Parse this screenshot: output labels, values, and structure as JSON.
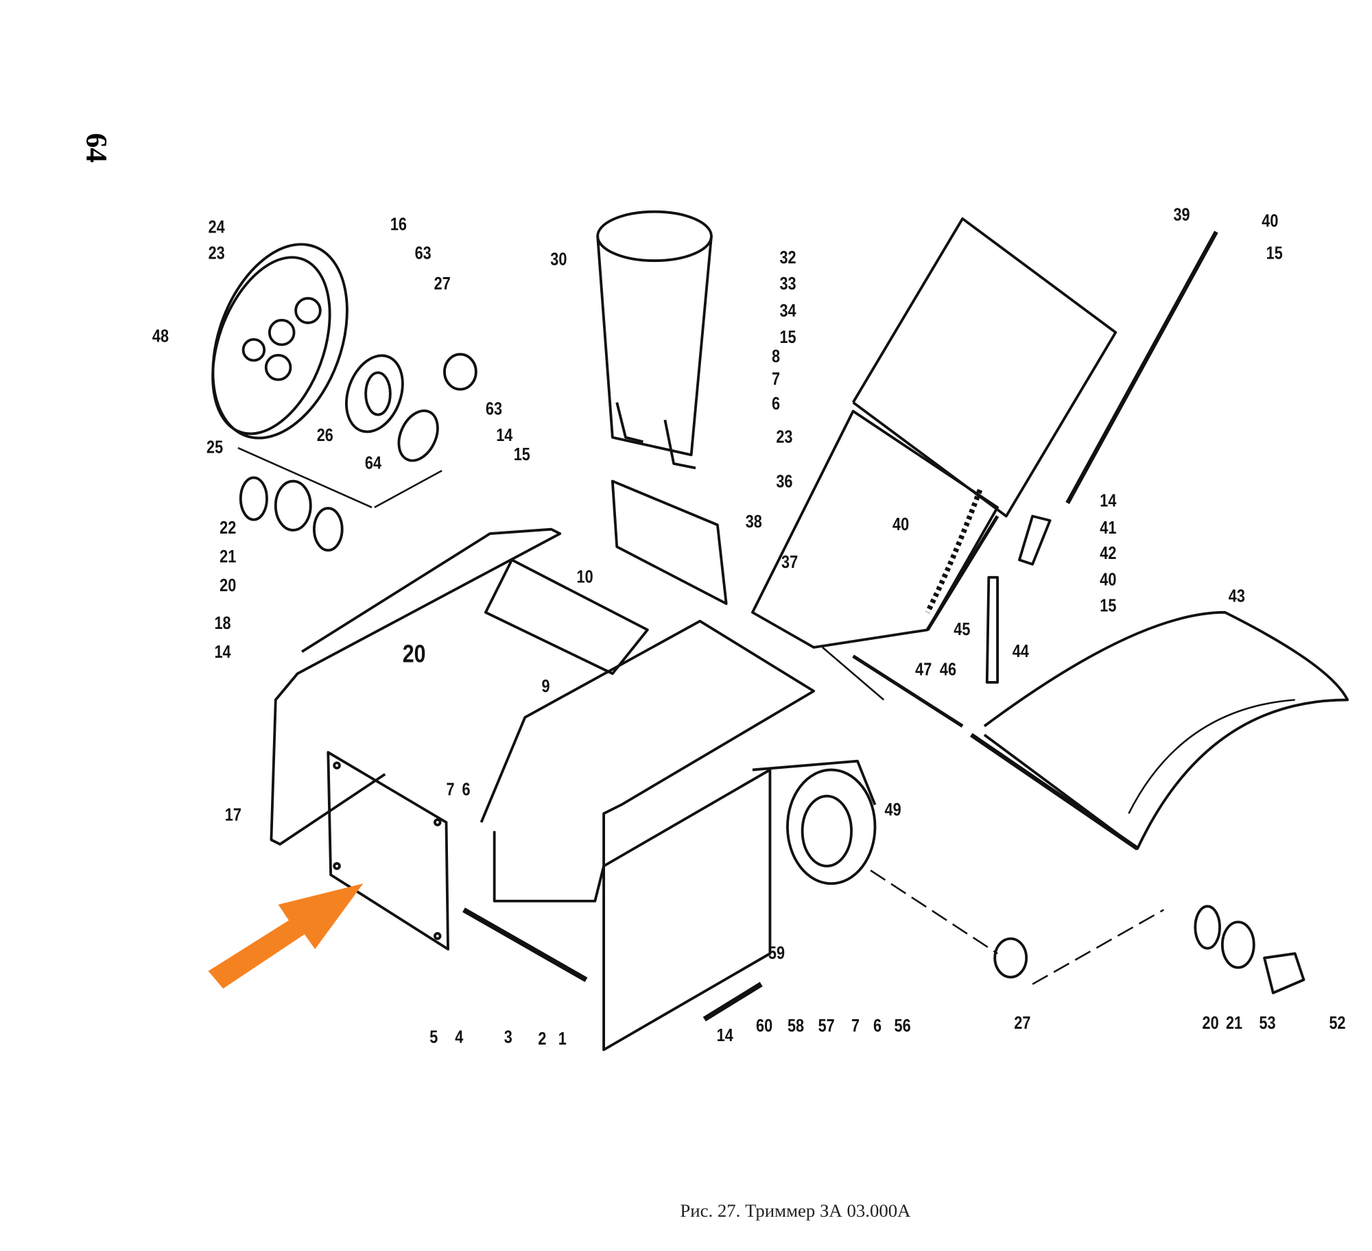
{
  "page_number": "64",
  "caption": "Рис. 27. Триммер ЗА 03.000А",
  "colors": {
    "line": "#111111",
    "arrow": "#f58220"
  },
  "labels": [
    "24",
    "23",
    "48",
    "16",
    "63",
    "27",
    "25",
    "26",
    "64",
    "63",
    "14",
    "15",
    "22",
    "21",
    "20",
    "18",
    "14",
    "17",
    "20",
    "9",
    "10",
    "7",
    "6",
    "30",
    "8",
    "7",
    "6",
    "23",
    "36",
    "38",
    "37",
    "32",
    "33",
    "34",
    "15",
    "40",
    "47",
    "46",
    "45",
    "44",
    "43",
    "39",
    "40",
    "15",
    "14",
    "41",
    "42",
    "40",
    "15",
    "49",
    "5",
    "4",
    "3",
    "2",
    "1",
    "14",
    "60",
    "59",
    "58",
    "57",
    "7",
    "6",
    "56",
    "27",
    "20",
    "21",
    "53",
    "52"
  ]
}
